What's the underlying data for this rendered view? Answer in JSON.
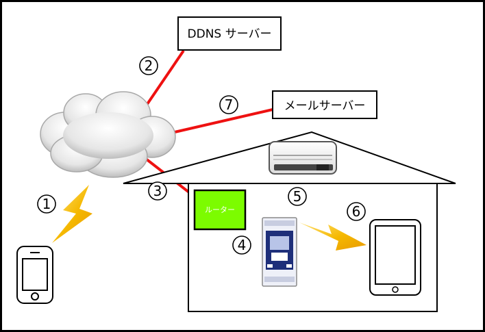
{
  "labels": {
    "ddns": "DDNS サーバー",
    "mail": "メールサーバー",
    "router": "ルーター"
  },
  "markers": {
    "m1": "1",
    "m2": "2",
    "m3": "3",
    "m4": "4",
    "m5": "5",
    "m6": "6",
    "m7": "7"
  },
  "colors": {
    "link_red": "#ee1111",
    "link_blue": "#1133cc",
    "router_green": "#7cfc00",
    "lightning": "#f5b800",
    "controller_blue": "#1e2f7a"
  },
  "icons": [
    "cloud-icon",
    "smartphone-icon",
    "tablet-icon",
    "air-conditioner-icon",
    "controller-device-icon",
    "lightning-icon",
    "house-icon"
  ]
}
